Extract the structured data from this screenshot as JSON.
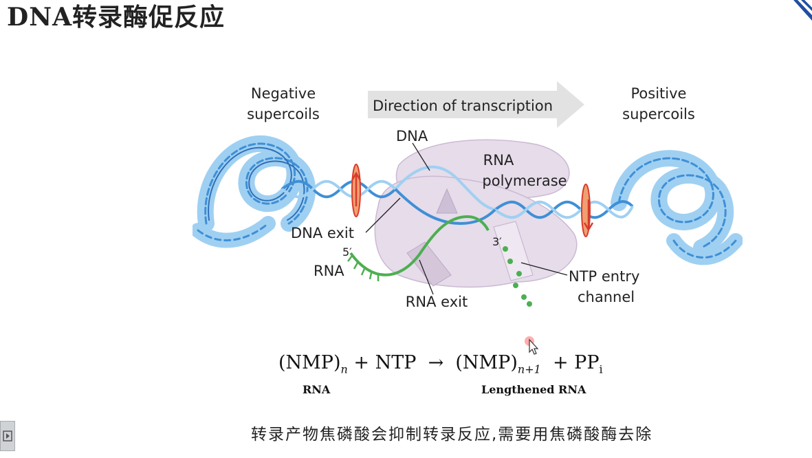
{
  "slide": {
    "title": "DNA转录酶促反应"
  },
  "diagram": {
    "direction_label": "Direction of transcription",
    "negative_supercoils_line1": "Negative",
    "negative_supercoils_line2": "supercoils",
    "positive_supercoils_line1": "Positive",
    "positive_supercoils_line2": "supercoils",
    "dna_label": "DNA",
    "polymerase_line1": "RNA",
    "polymerase_line2": "polymerase",
    "dna_exit_label": "DNA exit",
    "five_prime": "5′",
    "three_prime": "3′",
    "rna_label": "RNA",
    "rna_exit_label": "RNA exit",
    "ntp_line1": "NTP entry",
    "ntp_line2": "channel",
    "colors": {
      "dna": "#3f8fd6",
      "dna_light": "#9fd0f2",
      "polymerase": "#e6dcea",
      "rna": "#4caf50",
      "marker": "#d93a2b"
    }
  },
  "equation": {
    "lhs_open": "(NMP)",
    "lhs_sub": "n",
    "plus_ntp": " + NTP  →  ",
    "rhs_open": "(NMP)",
    "rhs_sub": "n+1",
    "plus_pp": "  + PP",
    "pp_sub": "i",
    "label_rna": "RNA",
    "label_lengthened": "Lengthened RNA"
  },
  "footnote": "转录产物焦磷酸会抑制转录反应,需要用焦磷酸酶去除"
}
